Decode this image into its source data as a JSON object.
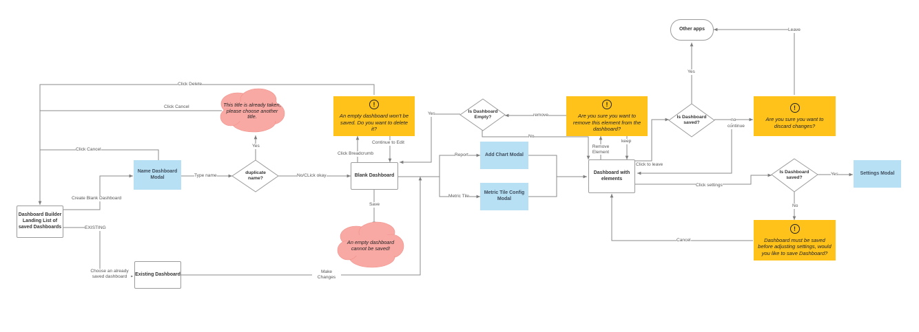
{
  "nodes": {
    "landing": "Dashboard Builder Landing List of saved Dashboards",
    "name_modal": "Name Dashboard Modal",
    "duplicate_name": "duplicate name?",
    "title_taken": "This title is already taken, please choose another title.",
    "blank_dashboard": "Blank Dashboard",
    "empty_warning": "An empty dashboard won't be saved. Do you want to delete it?",
    "empty_cannot_save": "An empty dashboard cannot be saved!",
    "existing_dashboard": "Existing Dashboard",
    "is_dashboard_empty": "Is Dashboard Empty?",
    "add_chart_modal": "Add Chart Modal",
    "metric_tile_modal": "Metric Tile Config Modal",
    "remove_element_warning": "Are you sure you want to remove this element from the dashboard?",
    "dashboard_with_elements": "Dashboard with elements",
    "is_saved_top": "Is Dashboard saved?",
    "other_apps": "Other apps",
    "discard_warning": "Are you sure you want to discard changes?",
    "is_saved_right": "Is Dashboard saved?",
    "settings_modal": "Settings Modal",
    "must_save_warning": "Dashboard must be saved before adjusting settings, would you like to save Dashboard?",
    "warning_symbol": "!"
  },
  "edges": {
    "click_delete": "Click Delete",
    "click_cancel_1": "Click Cancel",
    "click_cancel_2": "Click Cancel",
    "create_blank": "Create Blank Dashboard",
    "existing": "EXISTING",
    "choose_saved": "Choose an already saved dashboard",
    "type_name": "Type name",
    "yes_dup": "Yes",
    "no_click_okay": "No/CLick okay",
    "click_breadcrumb": "Click Breadcrumb",
    "continue_edit": "Continue to Edit",
    "save": "Save",
    "make_changes": "Make Changes",
    "yes_empty": "Yes",
    "no_empty": "No",
    "report": "Report",
    "metric_tile": "Metric Tile",
    "remove": "remove",
    "remove_element": "Remove Element",
    "keep": "keep",
    "click_to_leave": "Click to leave",
    "yes_saved": "Yes",
    "no_saved": "no",
    "continue": "continue",
    "leave": "Leave",
    "click_settings": "Click settings",
    "yes_settings": "Yes",
    "no_settings": "No",
    "cancel": "Cancel"
  },
  "colors": {
    "process_border": "#9a9a9a",
    "modal_fill": "#b8e0f5",
    "warning_fill": "#fec21b",
    "error_cloud_fill": "#f9a9a4",
    "connector": "#8a8a8a"
  }
}
